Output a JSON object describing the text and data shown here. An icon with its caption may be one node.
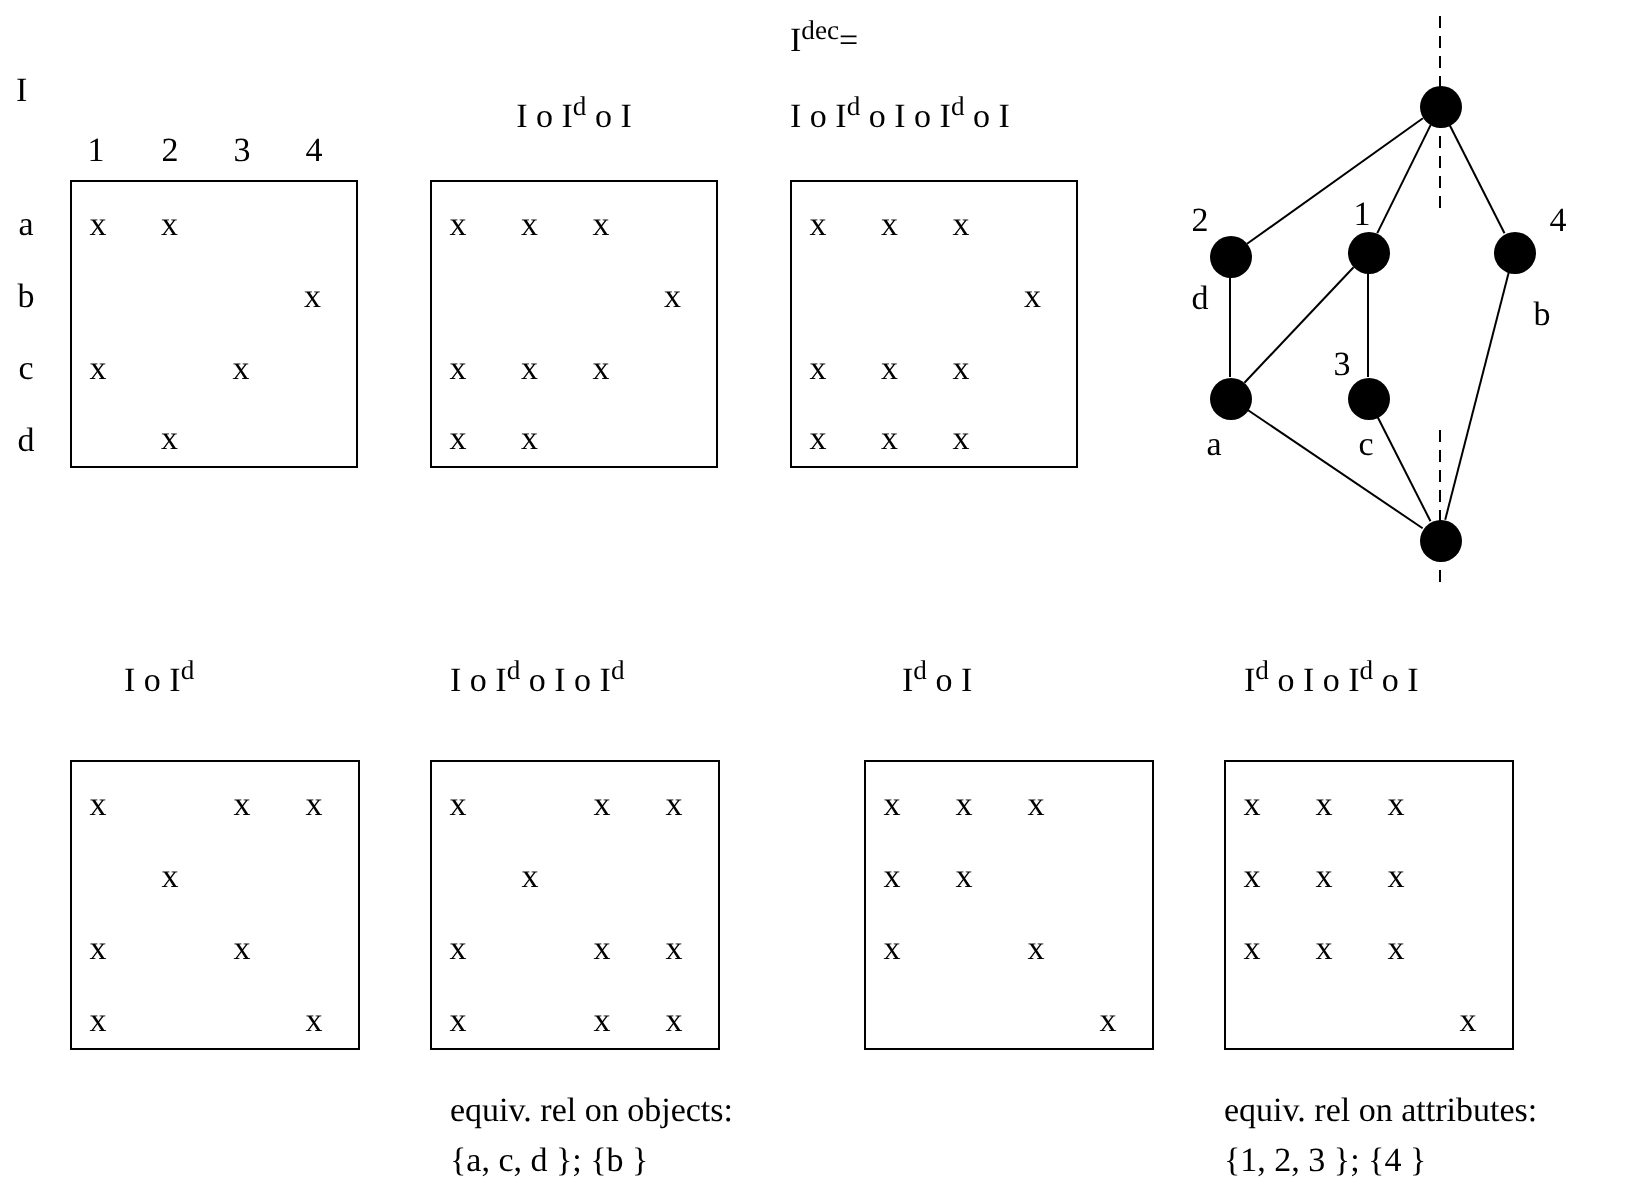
{
  "diagram": {
    "nodes": [
      {
        "text": [
          "I",
          "x",
          "x",
          "x",
          "x",
          "x",
          "x"
        ]
      },
      {
        "text": [
          "I o I$^{d}$ o I",
          "x",
          "x",
          "x",
          "x",
          "x",
          "x",
          "x",
          "x",
          "x"
        ]
      },
      {
        "text": [
          "I$^{dec}$=",
          "I o I$^{d}$ o I o I$^{d}$ o I",
          "x",
          "x",
          "x",
          "x",
          "x",
          "x",
          "x",
          "x",
          "x",
          "x"
        ]
      },
      {
        "text": [],
        "shape": "circle"
      },
      {
        "text": [],
        "shape": "circle",
        "beside": [
          "2",
          "d"
        ]
      },
      {
        "text": [],
        "shape": "circle",
        "beside": [
          "1"
        ]
      },
      {
        "text": [],
        "shape": "circle",
        "beside": [
          "4",
          "b"
        ]
      },
      {
        "text": [],
        "shape": "circle",
        "beside": [
          "a"
        ]
      },
      {
        "text": [],
        "shape": "circle",
        "beside": [
          "3",
          "c"
        ]
      },
      {
        "text": [],
        "shape": "circle"
      },
      {
        "text": [
          "I o I$^{d}$",
          "x",
          "x",
          "x",
          "x",
          "x",
          "x",
          "x",
          "x"
        ]
      },
      {
        "text": [
          "I o I$^{d}$ o I o I$^{d}$",
          "x",
          "x",
          "x",
          "x",
          "x",
          "x",
          "x",
          "x",
          "x",
          "x"
        ],
        "beside": [
          "equiv. rel on objects:",
          "{a, c, d }; {b }"
        ]
      },
      {
        "text": [
          "I$^{d}$ o I",
          "x",
          "x",
          "x",
          "x",
          "x",
          "x",
          "x",
          "x"
        ]
      },
      {
        "text": [
          "I$^{d}$ o I o I$^{d}$ o I",
          "x",
          "x",
          "x",
          "x",
          "x",
          "x",
          "x",
          "x",
          "x",
          "x"
        ],
        "beside": [
          "equiv. rel on attributes:",
          "{1, 2, 3 }; {4 }"
        ]
      }
    ],
    "edges": [
      {
        "from": 3,
        "to": 4,
        "arrow": "none"
      },
      {
        "from": 3,
        "to": 5,
        "arrow": "none"
      },
      {
        "from": 3,
        "to": 6,
        "arrow": "none"
      },
      {
        "from": 4,
        "to": 7,
        "arrow": "none"
      },
      {
        "from": 5,
        "to": 7,
        "arrow": "none"
      },
      {
        "from": 5,
        "to": 8,
        "arrow": "none"
      },
      {
        "from": 7,
        "to": 9,
        "arrow": "none"
      },
      {
        "from": 8,
        "to": 9,
        "arrow": "none"
      },
      {
        "from": 6,
        "to": 9,
        "arrow": "none"
      }
    ],
    "labels": [
      "1",
      "2",
      "3",
      "4",
      "a",
      "b",
      "c",
      "d"
    ]
  }
}
